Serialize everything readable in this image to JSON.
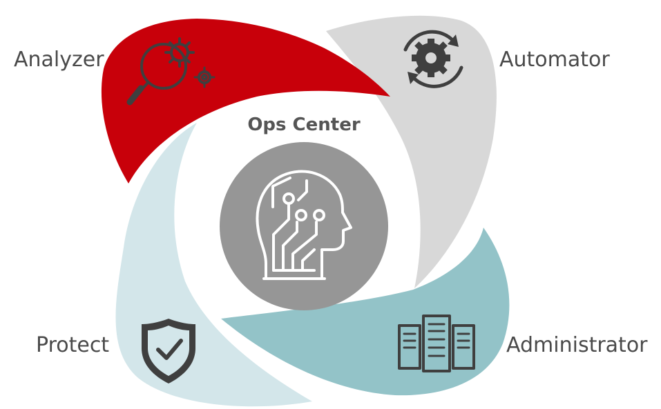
{
  "center": {
    "title": "Ops Center",
    "icon": "ai-head-circuit-icon"
  },
  "segments": [
    {
      "id": "analyzer",
      "label": "Analyzer",
      "icon": "magnifier-gears-icon",
      "color": "#c8000a"
    },
    {
      "id": "automator",
      "label": "Automator",
      "icon": "gear-cycle-icon",
      "color": "#d8d8d8"
    },
    {
      "id": "administrator",
      "label": "Administrator",
      "icon": "server-rack-icon",
      "color": "#93c3c8"
    },
    {
      "id": "protect",
      "label": "Protect",
      "icon": "shield-check-icon",
      "color": "#d3e6ea"
    }
  ],
  "colors": {
    "center_circle": "#969696",
    "icon_stroke": "#3f3f3f",
    "label_text": "#4a4a4a"
  }
}
